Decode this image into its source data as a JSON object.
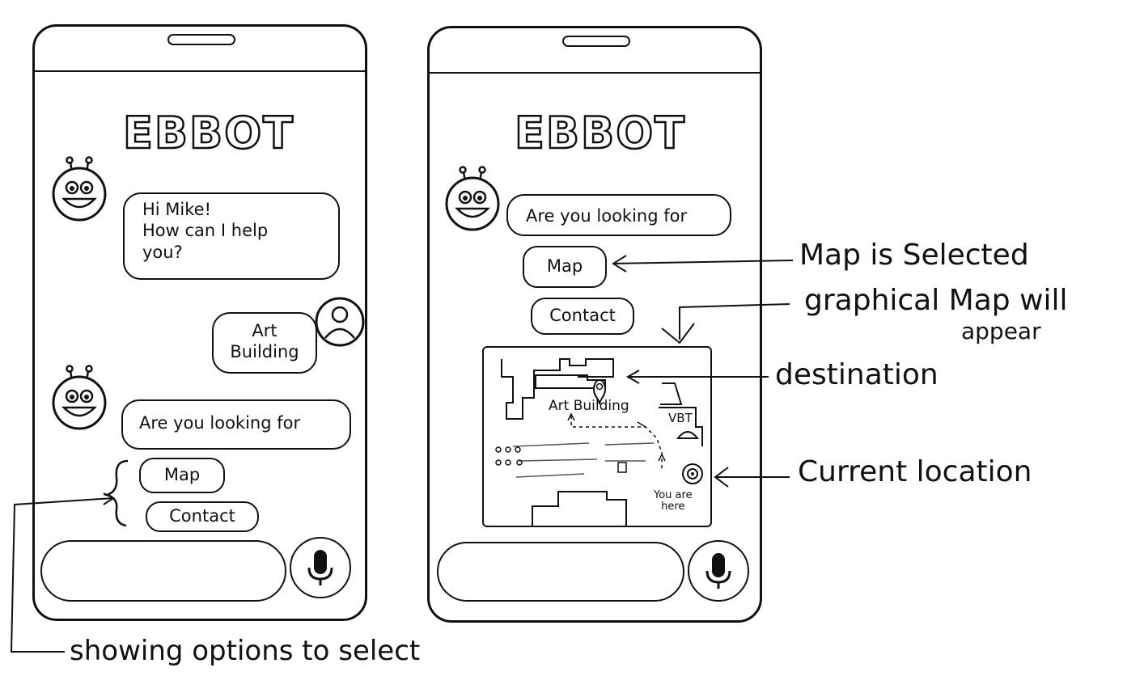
{
  "left_phone": {
    "logo": "EBBOT",
    "bot_greeting": "Hi Mike!\nHow can I help\nyou?",
    "user_reply": "Art\nBuilding",
    "bot_question": "Are you looking for",
    "options": [
      "Map",
      "Contact"
    ]
  },
  "right_phone": {
    "logo": "EBBOT",
    "bot_question": "Are you looking for",
    "options": [
      "Map",
      "Contact"
    ],
    "map": {
      "destination_label": "Art Building",
      "building_label": "VBT",
      "you_are_here": "You are\nhere"
    }
  },
  "annotations": {
    "map_selected": "Map is Selected",
    "graphical_map": "graphical Map will",
    "graphical_map_2": "appear",
    "destination": "destination",
    "current_location": "Current location",
    "showing_options": "showing options to select"
  }
}
